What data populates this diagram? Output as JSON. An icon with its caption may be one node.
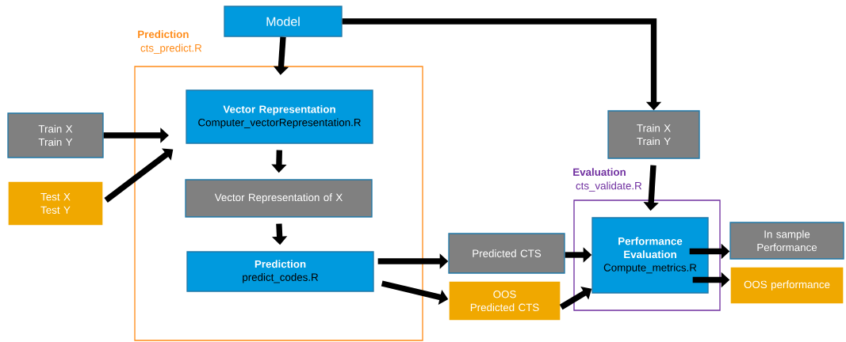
{
  "diagram": {
    "nodes": [
      {
        "text": [
          "Model"
        ]
      },
      {
        "text": [
          "Prediction",
          "cts_predict.R"
        ]
      },
      {
        "text": [
          "Vector Representation",
          "Computer_vectorRepresentation.R"
        ],
        "in": 1
      },
      {
        "text": [
          "Vector Representation of X"
        ],
        "in": 1
      },
      {
        "text": [
          "Prediction",
          "predict_codes.R"
        ],
        "in": 1
      },
      {
        "text": [
          "Train X Train Y"
        ]
      },
      {
        "text": [
          "Test X Test Y"
        ]
      },
      {
        "text": [
          "Train X Train Y"
        ]
      },
      {
        "text": [
          "Evaluation",
          "cts_validate.R"
        ]
      },
      {
        "text": [
          "Predicted CTS"
        ]
      },
      {
        "text": [
          "OOS Predicted CTS"
        ]
      },
      {
        "text": [
          "Performance Evaluation",
          "Compute_metrics.R"
        ],
        "in": 8
      },
      {
        "text": [
          "In sample Performance"
        ]
      },
      {
        "text": [
          "OOS performance"
        ]
      }
    ],
    "edges": [
      {
        "from": 0,
        "to": 2,
        "arrow": "to"
      },
      {
        "from": 0,
        "to": 7,
        "arrow": "to"
      },
      {
        "from": 5,
        "to": 2,
        "arrow": "to"
      },
      {
        "from": 6,
        "to": 2,
        "arrow": "to"
      },
      {
        "from": 2,
        "to": 3,
        "arrow": "to"
      },
      {
        "from": 3,
        "to": 4,
        "arrow": "to"
      },
      {
        "from": 4,
        "to": 9,
        "arrow": "to"
      },
      {
        "from": 4,
        "to": 10,
        "arrow": "to"
      },
      {
        "from": 9,
        "to": 11,
        "arrow": "to"
      },
      {
        "from": 10,
        "to": 11,
        "arrow": "to"
      },
      {
        "from": 7,
        "to": 11,
        "arrow": "to"
      },
      {
        "from": 11,
        "to": 12,
        "arrow": "to"
      },
      {
        "from": 11,
        "to": 13,
        "arrow": "to"
      }
    ]
  }
}
